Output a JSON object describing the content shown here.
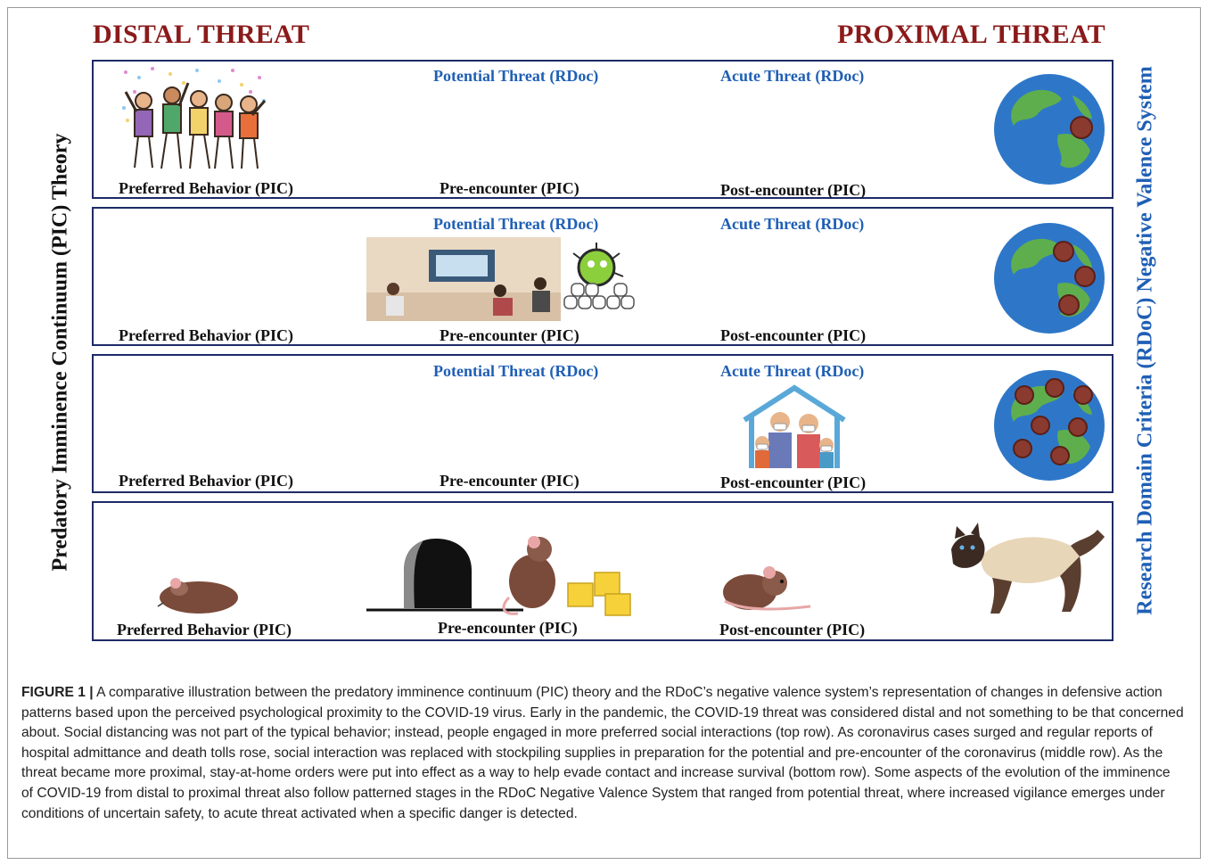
{
  "headers": {
    "left": "DISTAL THREAT",
    "right": "PROXIMAL THREAT"
  },
  "axes": {
    "left": "Predatory Imminence Continuum (PIC) Theory",
    "right": "Research Domain Criteria (RDoC) Negative Valence System"
  },
  "rows": [
    {
      "preferred": "Preferred Behavior (PIC)",
      "pre": "Pre-encounter (PIC)",
      "post": "Post-encounter (PIC)",
      "potential": "Potential Threat (RDoc)",
      "acute": "Acute Threat (RDoc)"
    },
    {
      "preferred": "Preferred Behavior (PIC)",
      "pre": "Pre-encounter (PIC)",
      "post": "Post-encounter (PIC)",
      "potential": "Potential Threat (RDoc)",
      "acute": "Acute Threat (RDoc)"
    },
    {
      "preferred": "Preferred Behavior (PIC)",
      "pre": "Pre-encounter (PIC)",
      "post": "Post-encounter (PIC)",
      "potential": "Potential Threat (RDoc)",
      "acute": "Acute Threat (RDoc)"
    },
    {
      "preferred": "Preferred Behavior (PIC)",
      "pre": "Pre-encounter (PIC)",
      "post": "Post-encounter (PIC)"
    }
  ],
  "caption": {
    "label": "FIGURE 1 |",
    "text": " A comparative illustration between the predatory imminence continuum (PIC) theory and the RDoC’s negative valence system’s representation of changes in defensive action patterns based upon the perceived psychological proximity to the COVID-19 virus. Early in the pandemic, the COVID-19 threat was considered distal and not something to be that concerned about. Social distancing was not part of the typical behavior; instead, people engaged in more preferred social interactions (top row). As coronavirus cases surged and regular reports of hospital admittance and death tolls rose, social interaction was replaced with stockpiling supplies in preparation for the potential and pre-encounter of the coronavirus (middle row). As the threat became more proximal, stay-at-home orders were put into effect as a way to help evade contact and increase survival (bottom row). Some aspects of the evolution of the imminence of COVID-19 from distal to proximal threat also follow patterned stages in the RDoC Negative Valence System that ranged from potential threat, where increased vigilance emerges under conditions of uncertain safety, to acute threat activated when a specific danger is detected."
  }
}
